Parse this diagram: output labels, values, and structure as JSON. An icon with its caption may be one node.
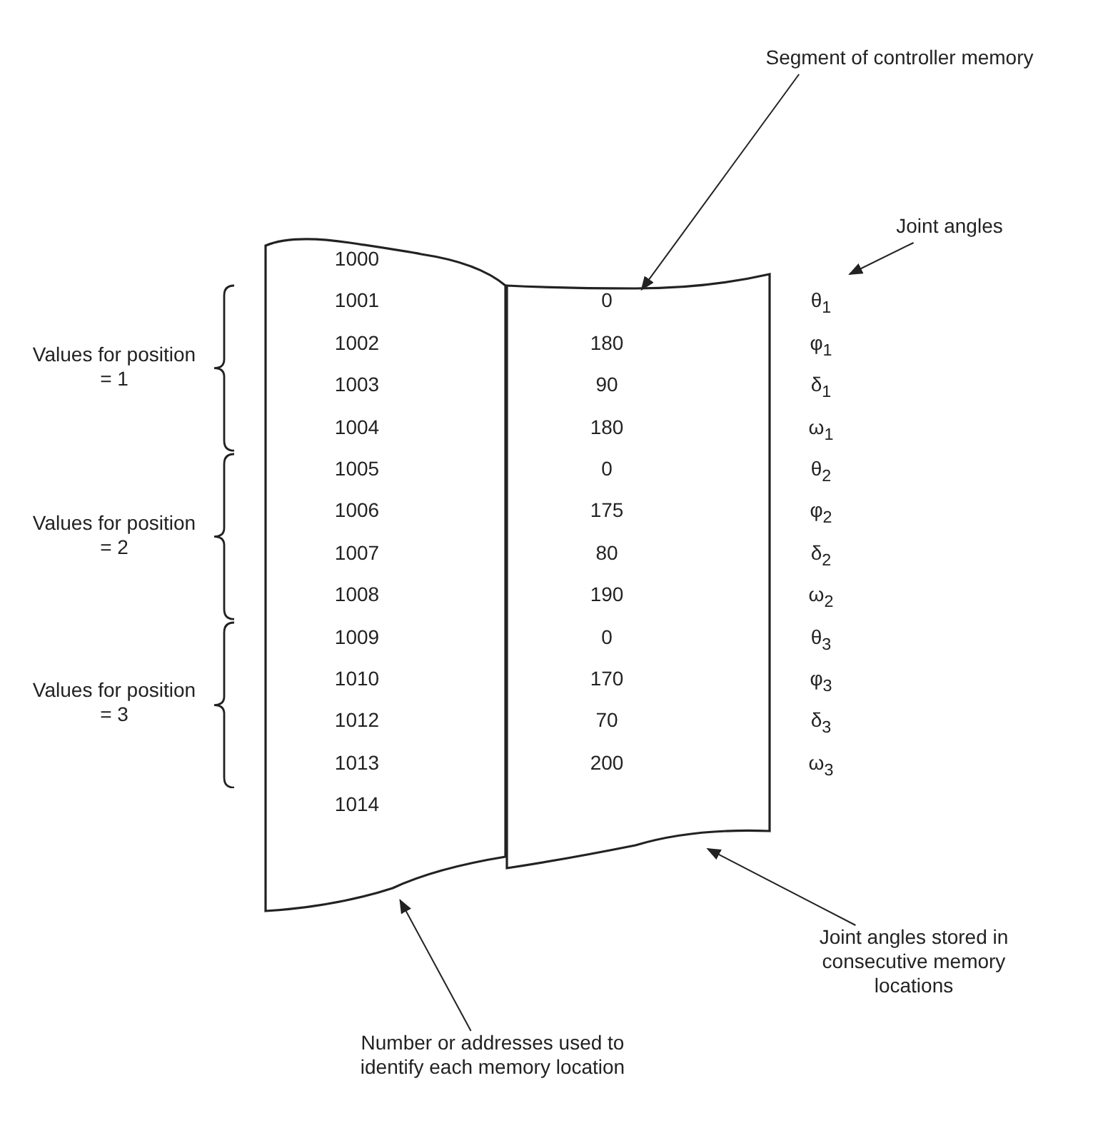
{
  "diagram": {
    "nodes": [
      {
        "text": [],
        "shape": "box"
      },
      {
        "text": [],
        "shape": "box"
      },
      {
        "text": [
          "Segment of controller memory"
        ]
      },
      {
        "text": [
          "Joint angles"
        ]
      },
      {
        "text": [
          "Joint angles stored in consecutive memory locations"
        ]
      },
      {
        "text": [
          "Number or addresses used to identify each memory location"
        ]
      }
    ],
    "edges": [
      {
        "from": 2,
        "to": 1,
        "arrow": "to"
      },
      {
        "from": 3,
        "to": null,
        "arrow": "to"
      },
      {
        "from": 4,
        "to": 1,
        "arrow": "to"
      },
      {
        "from": 5,
        "to": 0,
        "arrow": "to"
      }
    ],
    "labels": [
      "1000",
      "1001",
      "0",
      "θ$_{1}$",
      "1002",
      "180",
      "φ$_{1}$",
      "1003",
      "90",
      "δ$_{1}$",
      "1004",
      "180",
      "ω$_{1}$",
      "1005",
      "0",
      "θ$_{2}$",
      "1006",
      "175",
      "φ$_{2}$",
      "1007",
      "80",
      "δ$_{2}$",
      "1008",
      "190",
      "ω$_{2}$",
      "1009",
      "0",
      "θ$_{3}$",
      "1010",
      "170",
      "φ$_{3}$",
      "1012",
      "70",
      "δ$_{3}$",
      "1013",
      "200",
      "ω$_{3}$",
      "1014",
      "Values for position = 1",
      "Values for position = 2",
      "Values for position = 3"
    ]
  }
}
